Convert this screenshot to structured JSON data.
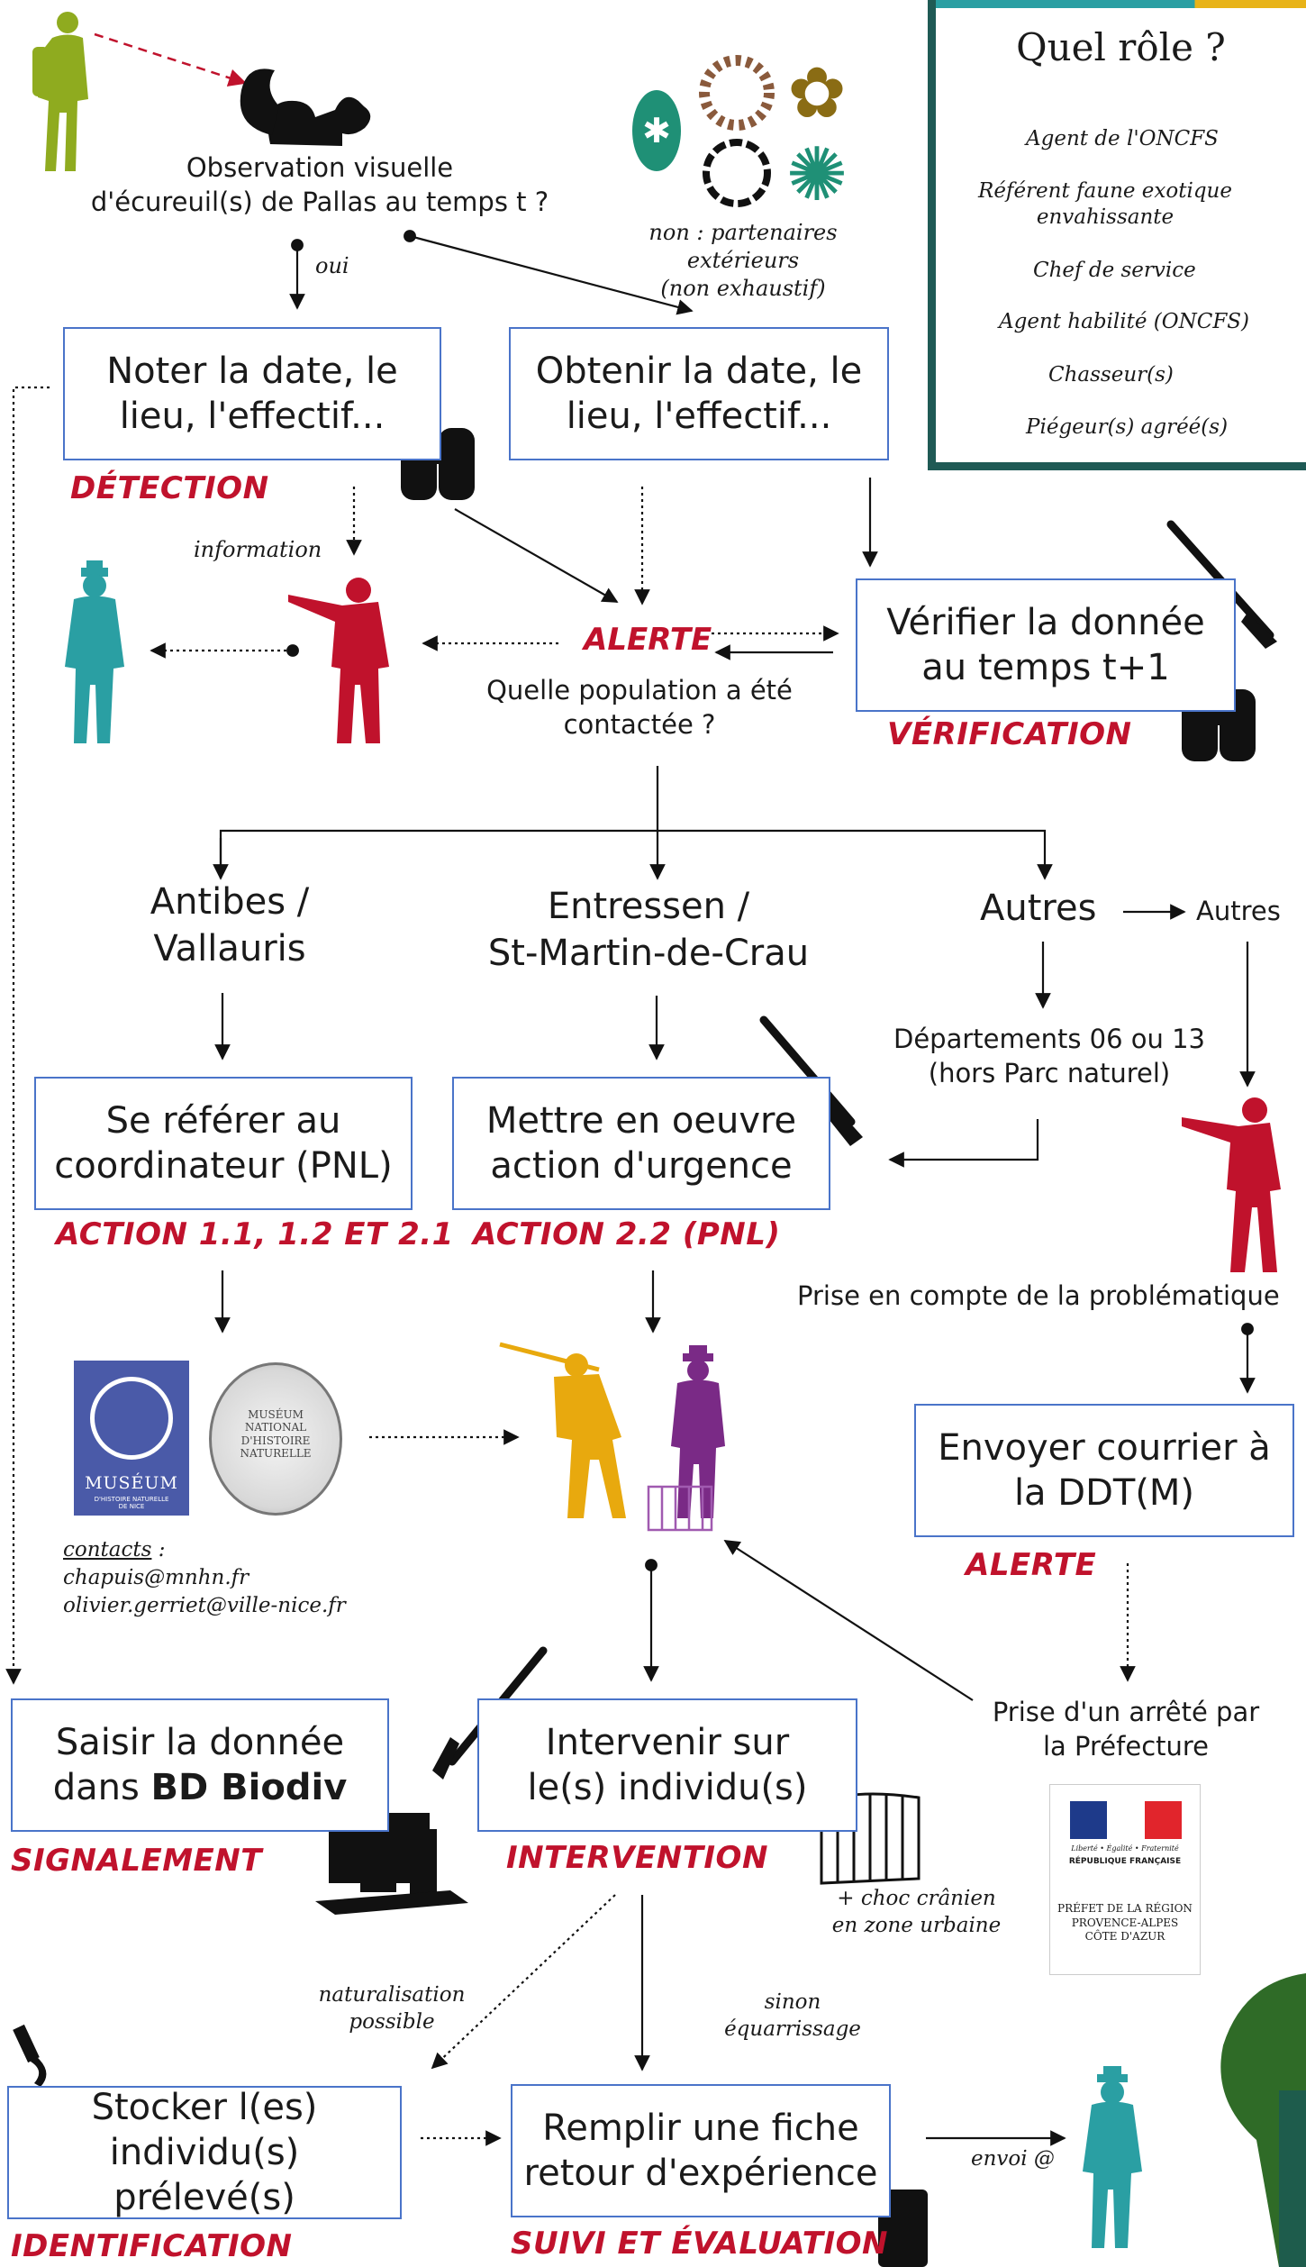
{
  "colors": {
    "agent_oncfs": "#8fab1f",
    "referent_faune": "#2a9fa3",
    "chef_service": "#c0122c",
    "agent_habilite": "#e8a90e",
    "chasseurs": "#111111",
    "piegeurs": "#7a2a86",
    "box_border": "#4a74c9",
    "step_label": "#c0122c",
    "legend_border": "#1f5a55"
  },
  "legend": {
    "title": "Quel rôle ?",
    "items": [
      {
        "label": "Agent de l'ONCFS",
        "icon": "hiker-silhouette-icon"
      },
      {
        "label": "Référent faune exotique envahissante",
        "icon": "hat-man-silhouette-icon"
      },
      {
        "label": "Chef de service",
        "icon": "pointing-man-silhouette-icon"
      },
      {
        "label": "Agent habilité (ONCFS)",
        "icon": "shooter-silhouette-icon"
      },
      {
        "label": "Chasseur(s)",
        "icon": "hunter-with-dog-silhouette-icon"
      },
      {
        "label": "Piégeur(s) agréé(s)",
        "icon": "trapper-silhouette-icon"
      }
    ]
  },
  "start": {
    "observation": "Observation visuelle\nd'écureuil(s) de Pallas au temps t ?",
    "oui": "oui",
    "non": "non : partenaires extérieurs\n(non exhaustif)"
  },
  "boxes": {
    "noter": "Noter la date, le\nlieu, l'effectif...",
    "obtenir": "Obtenir la date, le\nlieu, l'effectif...",
    "verifier": "Vérifier la donnée\nau temps t+1",
    "se_referer": "Se référer au\ncoordinateur (PNL)",
    "mettre": "Mettre en oeuvre\naction d'urgence",
    "envoyer": "Envoyer courrier à\nla DDT(M)",
    "saisir_1": "Saisir la donnée\ndans ",
    "saisir_bold": "BD Biodiv",
    "intervenir": "Intervenir sur\nle(s) individu(s)",
    "stocker": "Stocker l(es)\nindividu(s) prélevé(s)",
    "remplir": "Remplir une fiche\nretour d'expérience"
  },
  "tags": {
    "detection": "DÉTECTION",
    "verification": "VÉRIFICATION",
    "action_11": "ACTION 1.1, 1.2 ET 2.1",
    "action_22": "ACTION 2.2 (PNL)",
    "alerte_ddt": "ALERTE",
    "signalement": "SIGNALEMENT",
    "intervention": "INTERVENTION",
    "identification": "IDENTIFICATION",
    "suivi": "SUIVI ET ÉVALUATION"
  },
  "center": {
    "information": "information",
    "alerte": "ALERTE",
    "question": "Quelle population a été\ncontactée ?"
  },
  "populations": {
    "antibes": "Antibes /\nVallauris",
    "entressen": "Entressen /\nSt-Martin-de-Crau",
    "autres": "Autres",
    "autres_2": "Autres",
    "departements": "Départements 06 ou 13\n(hors Parc naturel)",
    "prise_compte": "Prise en compte de la problématique"
  },
  "museum": {
    "logo_text": "MUSÉUM",
    "logo_sub": "D'HISTOIRE NATURELLE\nDE NICE",
    "seal_text": "MUSÉUM NATIONAL D'HISTOIRE NATURELLE",
    "contacts_label": "contacts",
    "contacts_colon": " :",
    "contact_1": "chapuis@mnhn.fr",
    "contact_2": "olivier.gerriet@ville-nice.fr"
  },
  "prefecture": {
    "arrete": "Prise d'un arrêté par\nla Préfecture",
    "motto": "Liberté • Égalité • Fraternité",
    "republique": "RÉPUBLIQUE FRANÇAISE",
    "prefet": "PRÉFET DE LA RÉGION\nPROVENCE-ALPES\nCÔTE D'AZUR"
  },
  "intervention": {
    "choc": "+ choc crânien\nen zone urbaine",
    "naturalisation": "naturalisation\npossible",
    "sinon": "sinon\néquarrissage",
    "envoi": "envoi @"
  }
}
